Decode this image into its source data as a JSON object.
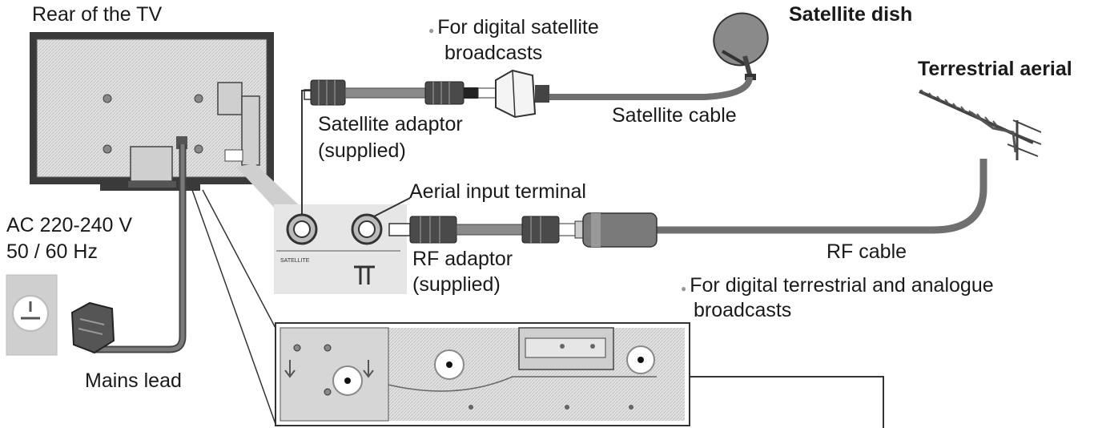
{
  "labels": {
    "rear_tv": "Rear of the TV",
    "sat_note": "For digital satellite",
    "sat_note2": "broadcasts",
    "sat_dish": "Satellite dish",
    "terr_aerial": "Terrestrial aerial",
    "sat_cable": "Satellite cable",
    "sat_adaptor": "Satellite adaptor",
    "sat_adaptor2": "(supplied)",
    "aerial_input": "Aerial input terminal",
    "ac_power": "AC 220-240 V",
    "ac_freq": "50 / 60 Hz",
    "rf_adaptor": "RF adaptor",
    "rf_adaptor2": "(supplied)",
    "rf_cable": "RF cable",
    "terr_note": "For digital terrestrial and analogue",
    "terr_note2": "broadcasts",
    "mains_lead": "Mains lead",
    "panel_satellite": "SATELLITE"
  },
  "bullet_glyph": "●",
  "colors": {
    "ink": "#1a1a1a",
    "cable": "#6f6f6f",
    "panel_fill": "#e6e6e6",
    "tv_fill": "#d9d9d9"
  }
}
